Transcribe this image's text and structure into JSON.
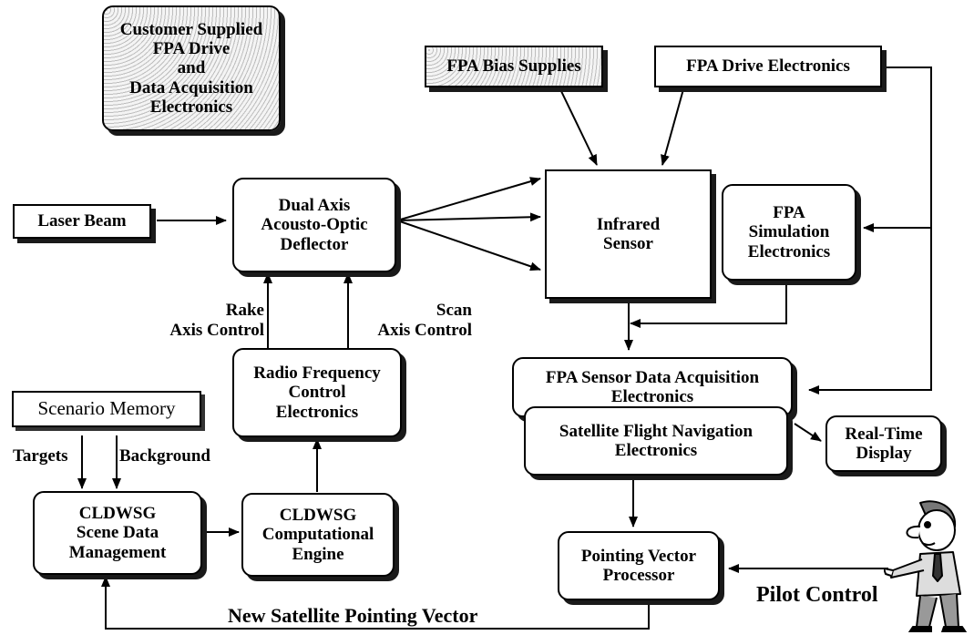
{
  "blocks": {
    "customer": "Customer Supplied\nFPA Drive\nand\nData Acquisition\nElectronics",
    "bias": "FPA Bias Supplies",
    "drive": "FPA Drive Electronics",
    "laser": "Laser Beam",
    "deflector": "Dual Axis\nAcousto-Optic\nDeflector",
    "sensor": "Infrared\nSensor",
    "fpa_sim": "FPA\nSimulation\nElectronics",
    "rf": "Radio Frequency\nControl\nElectronics",
    "fpa_data": "FPA Sensor Data Acquisition\nElectronics",
    "satnav": "Satellite Flight Navigation\nElectronics",
    "realtime": "Real-Time\nDisplay",
    "scenario": "Scenario Memory",
    "scene_mgmt": "CLDWSG\nScene Data\nManagement",
    "engine": "CLDWSG\nComputational\nEngine",
    "pointing": "Pointing Vector\nProcessor"
  },
  "labels": {
    "rake": "Rake\nAxis Control",
    "scan": "Scan\nAxis Control",
    "targets": "Targets",
    "background": "Background",
    "pilot": "Pilot Control",
    "new_vector": "New Satellite Pointing Vector"
  },
  "figures": {
    "pilot_icon": "cartoon-pilot-pointing"
  }
}
